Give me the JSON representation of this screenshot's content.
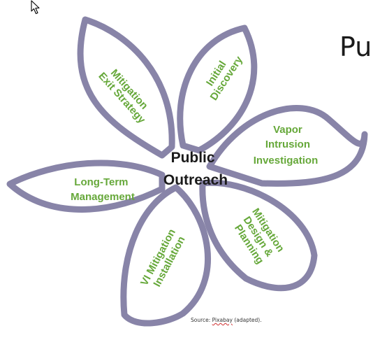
{
  "slide": {
    "title": "Pu",
    "source_prefix": "Source: ",
    "source_link": "Pixabay",
    "source_suffix": " (adapted)."
  },
  "diagram": {
    "center": {
      "line1": "Public",
      "line2": "Outreach"
    },
    "petals": {
      "initial_discovery": [
        "Initial",
        "Discovery"
      ],
      "vapor_intrusion_investigation": [
        "Vapor",
        "Intrusion",
        "Investigation"
      ],
      "mitigation_design_planning": [
        "Mitigation",
        "Design &",
        "Planning"
      ],
      "vi_mitigation_installation": [
        "VI Mitigation",
        "Installation"
      ],
      "long_term_management": [
        "Long-Term",
        "Management"
      ],
      "mitigation_exit_strategy": [
        "Mitigation",
        "Exit Strategy"
      ]
    }
  },
  "colors": {
    "petal_outline": "#8884a8",
    "label_green": "#66a83a",
    "center_text": "#1a1a1a",
    "cursor": "mouse-pointer-icon"
  }
}
